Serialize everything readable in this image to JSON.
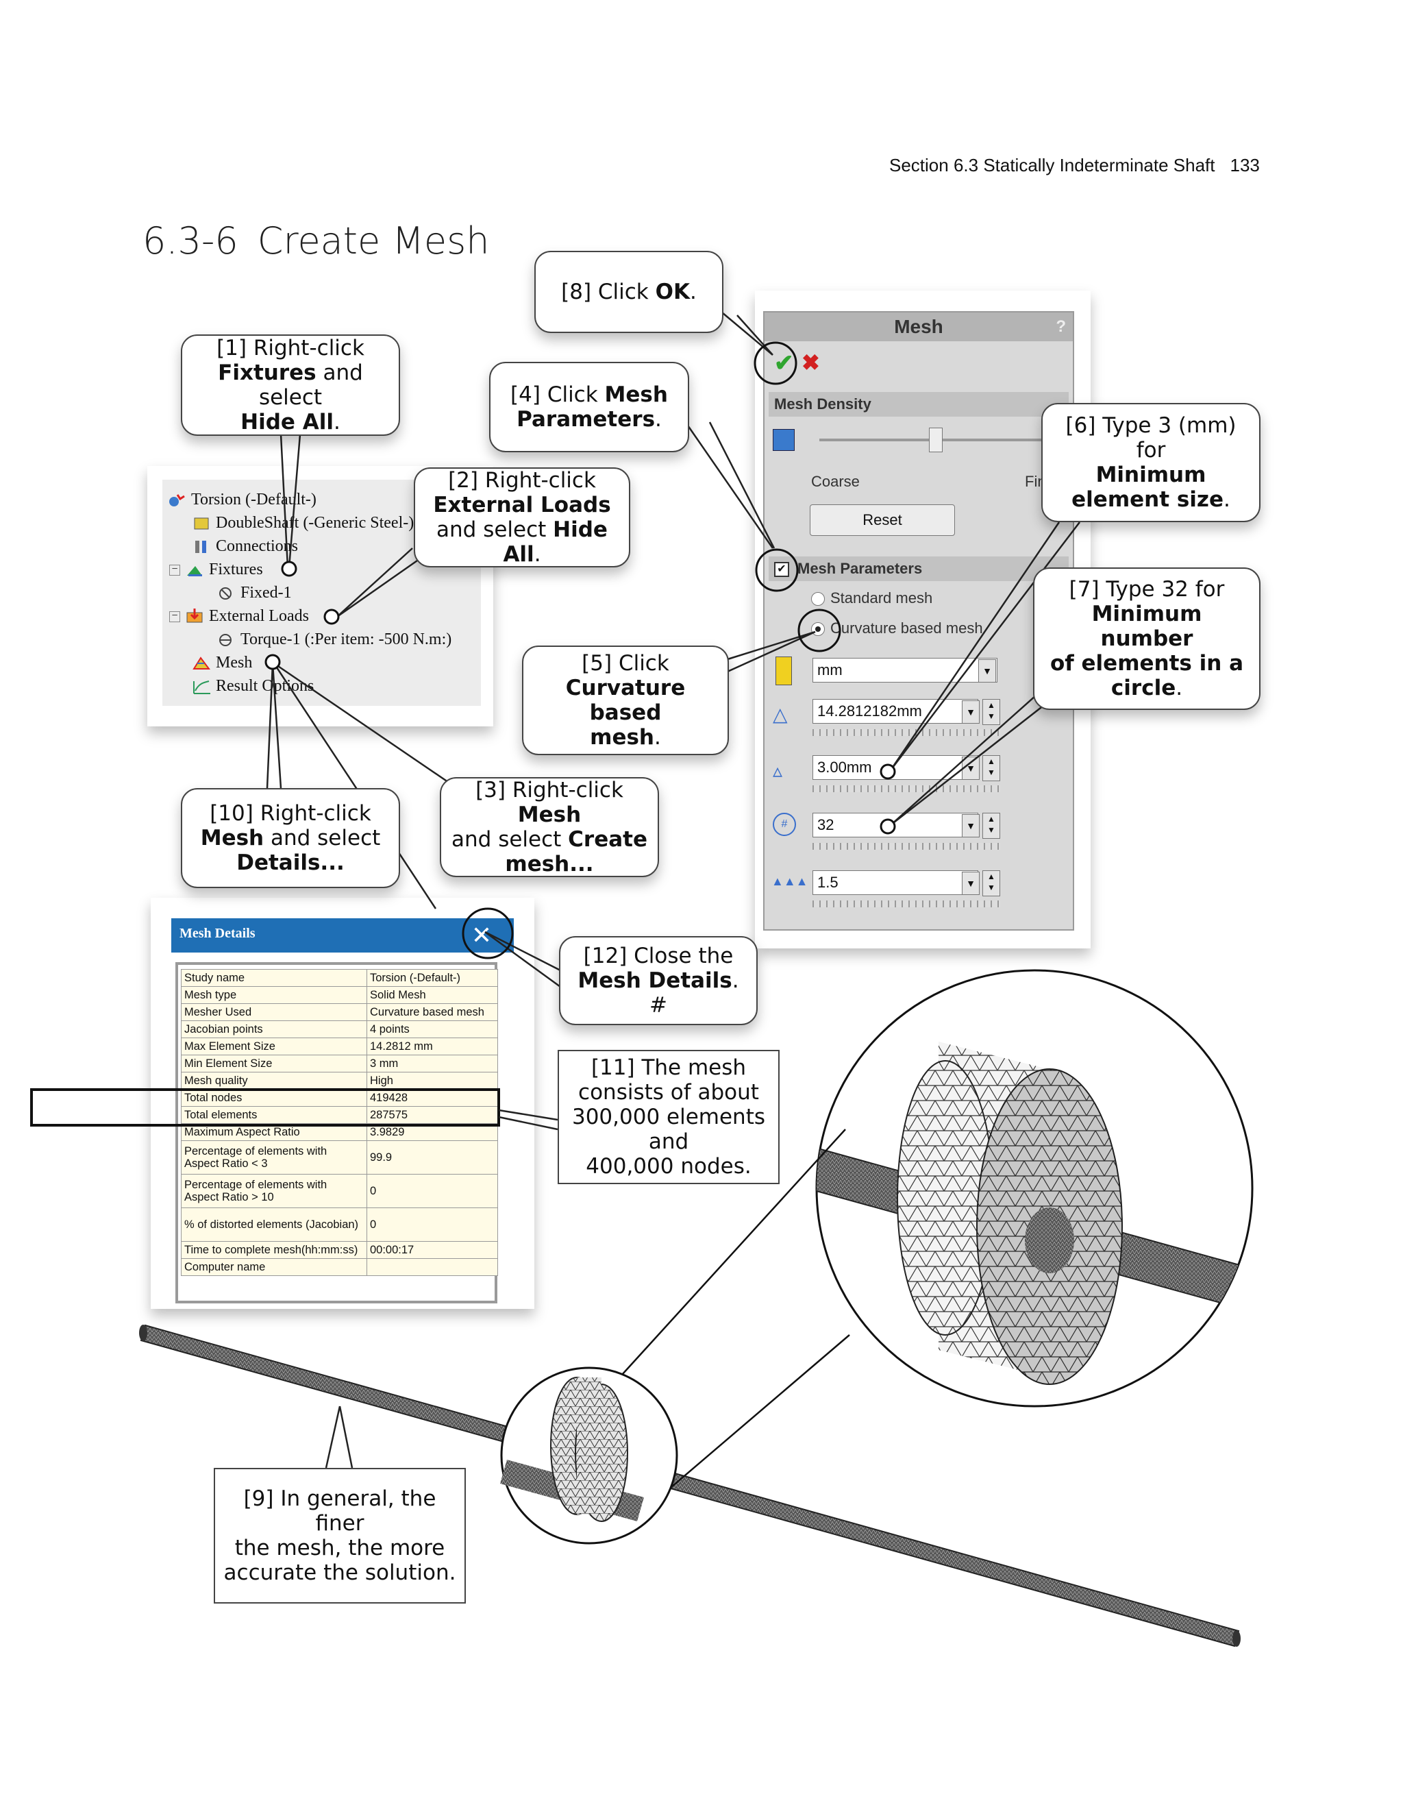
{
  "header": {
    "running_title": "Section 6.3  Statically Indeterminate Shaft",
    "page_number": "133"
  },
  "section": {
    "number": "6.3-6",
    "title": "Create Mesh"
  },
  "callouts": {
    "c1": {
      "pre": "[1] Right-click",
      "b1": "Fixtures",
      "mid": " and select",
      "b2": "Hide All",
      "post": "."
    },
    "c2": {
      "pre": "[2] Right-click",
      "b1": "External Loads",
      "mid": "and select ",
      "b2": "Hide All",
      "post": "."
    },
    "c3": {
      "pre": "[3] Right-click ",
      "b1": "Mesh",
      "mid": "and select ",
      "b2": "Create",
      "post": "mesh..."
    },
    "c4": {
      "pre": "[4] Click ",
      "b1": "Mesh",
      "b2": "Parameters",
      "post": "."
    },
    "c5": {
      "pre": "[5] Click",
      "b1": "Curvature based",
      "b2": "mesh",
      "post": "."
    },
    "c6": {
      "pre": "[6] Type 3 (mm) for",
      "b1": "Minimum",
      "b2": "element size",
      "post": "."
    },
    "c7": {
      "pre": "[7] Type 32 for",
      "b1": "Minimum number",
      "b2": "of elements in a",
      "b3": "circle",
      "post": "."
    },
    "c8": {
      "pre": "[8] Click ",
      "b1": "OK",
      "post": "."
    },
    "c9": {
      "l1": "[9] In general, the finer",
      "l2": "the mesh, the more",
      "l3": "accurate the solution."
    },
    "c10": {
      "pre": "[10] Right-click",
      "b1": "Mesh",
      "mid": " and select",
      "b2": "Details...",
      "post": ""
    },
    "c11": {
      "l1": "[11] The mesh",
      "l2": "consists of about",
      "l3": "300,000 elements and",
      "l4": "400,000 nodes."
    },
    "c12": {
      "pre": "[12] Close the",
      "b1": "Mesh Details",
      "post": ". #"
    }
  },
  "tree": {
    "root": "Torsion (-Default-)",
    "part": "DoubleShaft (-Generic Steel-)",
    "connections": "Connections",
    "fixtures": "Fixtures",
    "fixed": "Fixed-1",
    "loads": "External Loads",
    "torque": "Torque-1 (:Per item: -500 N.m:)",
    "mesh": "Mesh",
    "results": "Result Options"
  },
  "mesh_panel": {
    "title": "Mesh",
    "help": "?",
    "density_header": "Mesh Density",
    "coarse": "Coarse",
    "fine": "Fine",
    "reset": "Reset",
    "params_header": "Mesh Parameters",
    "standard": "Standard mesh",
    "curvature": "Curvature based mesh",
    "unit": "mm",
    "max_size": "14.2812182mm",
    "min_size": "3.00mm",
    "circle_elems": "32",
    "ratio": "1.5"
  },
  "mesh_details": {
    "title": "Mesh Details",
    "rows": [
      {
        "k": "Study name",
        "v": "Torsion (-Default-)"
      },
      {
        "k": "Mesh type",
        "v": "Solid Mesh"
      },
      {
        "k": "Mesher Used",
        "v": "Curvature based mesh"
      },
      {
        "k": "Jacobian points",
        "v": "4 points"
      },
      {
        "k": "Max Element Size",
        "v": "14.2812 mm"
      },
      {
        "k": "Min Element Size",
        "v": "3 mm"
      },
      {
        "k": "Mesh quality",
        "v": "High"
      },
      {
        "k": "Total nodes",
        "v": "419428"
      },
      {
        "k": "Total elements",
        "v": "287575"
      },
      {
        "k": "Maximum Aspect Ratio",
        "v": "3.9829"
      },
      {
        "k": "Percentage of elements with Aspect Ratio < 3",
        "v": "99.9"
      },
      {
        "k": "Percentage of elements with Aspect Ratio > 10",
        "v": "0"
      },
      {
        "k": "% of distorted elements (Jacobian)",
        "v": "0"
      },
      {
        "k": "Time to complete mesh(hh:mm:ss)",
        "v": "00:00:17"
      },
      {
        "k": "Computer name",
        "v": ""
      }
    ]
  },
  "colors": {
    "ok_green": "#2fa52f",
    "cancel_red": "#d22020",
    "title_blue": "#1f6fb5"
  }
}
